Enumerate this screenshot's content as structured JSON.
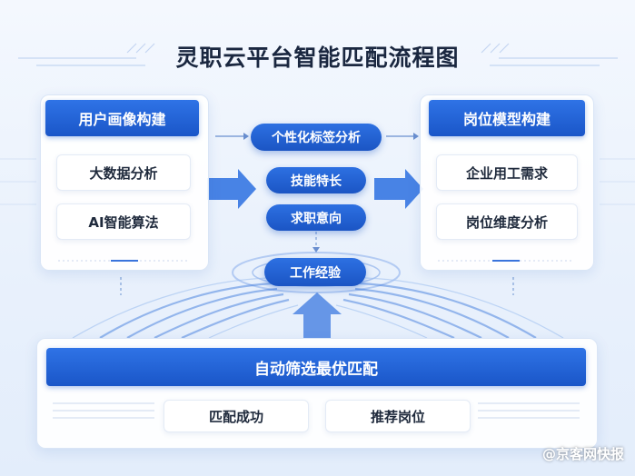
{
  "title": "灵职云平台智能匹配流程图",
  "left_panel": {
    "header": "用户画像构建",
    "items": [
      "大数据分析",
      "AI智能算法"
    ]
  },
  "right_panel": {
    "header": "岗位模型构建",
    "items": [
      "企业用工需求",
      "岗位维度分析"
    ]
  },
  "center_steps": [
    "个性化标签分析",
    "技能特长",
    "求职意向",
    "工作经验"
  ],
  "bottom_panel": {
    "header": "自动筛选最优匹配",
    "items": [
      "匹配成功",
      "推荐岗位"
    ]
  },
  "watermark": "@京客网快报",
  "colors": {
    "primary": "#1f5fd6",
    "text": "#1a2740"
  }
}
